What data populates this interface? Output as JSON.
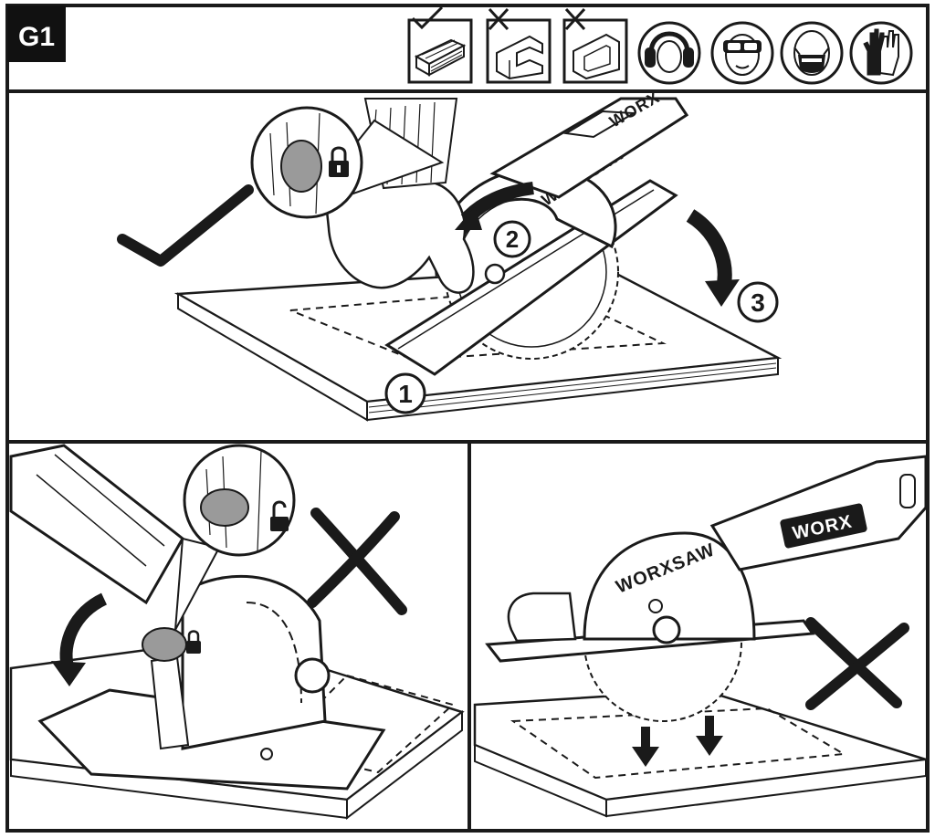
{
  "figure_label": "G1",
  "steps": [
    "1",
    "2",
    "3"
  ],
  "brand_texts": {
    "top_blade": "WORXSAW",
    "top_handle": "WORX",
    "right_blade": "WORXSAW",
    "right_handle": "WORX"
  },
  "header_icons": [
    {
      "name": "wood-board-icon",
      "status": "allowed"
    },
    {
      "name": "metal-channel-icon",
      "status": "not-allowed"
    },
    {
      "name": "metal-profile-icon",
      "status": "not-allowed"
    },
    {
      "name": "ear-protection-icon",
      "status": "required"
    },
    {
      "name": "eye-protection-icon",
      "status": "required"
    },
    {
      "name": "dust-mask-icon",
      "status": "required"
    },
    {
      "name": "gloves-icon",
      "status": "required"
    }
  ],
  "panels": {
    "top": {
      "verdict": "correct"
    },
    "bottom_left": {
      "verdict": "incorrect"
    },
    "bottom_right": {
      "verdict": "incorrect"
    }
  },
  "colors": {
    "ink": "#1a1a1a",
    "knob_gray": "#9a9a9a",
    "paper": "#ffffff"
  }
}
